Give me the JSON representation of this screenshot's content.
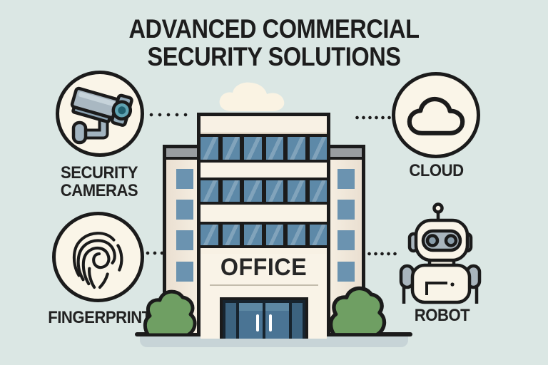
{
  "title": {
    "line1": "ADVANCED COMMERCIAL",
    "line2": "SECURITY SOLUTIONS"
  },
  "building": {
    "sign": "OFFICE"
  },
  "nodes": [
    {
      "id": "security-cameras",
      "label": "SECURITY\nCAMERAS"
    },
    {
      "id": "cloud",
      "label": "CLOUD"
    },
    {
      "id": "fingerprint",
      "label": "FINGERPRINT"
    },
    {
      "id": "robot",
      "label": "ROBOT"
    }
  ],
  "colors": {
    "background": "#dbe7e4",
    "outline": "#1b1b1b",
    "icon_circle_fill": "#faf5e8",
    "building_cream": "#f8f1e4",
    "window_blue": "#5d89a8",
    "roof_cap_gray": "#999da0",
    "bush_green": "#6f9f63",
    "door_navy": "#17242e",
    "camera_lens_teal": "#5fa3b2",
    "ground_shadow": "#c7d4d7"
  }
}
